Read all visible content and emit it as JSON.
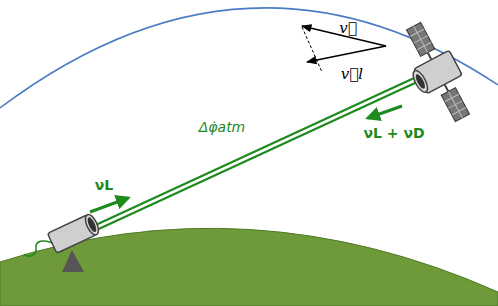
{
  "diagram": {
    "labels": [
      "v⃗",
      "v⃗l",
      "νL + νD",
      "Δφ̇atm",
      "νL"
    ]
  }
}
